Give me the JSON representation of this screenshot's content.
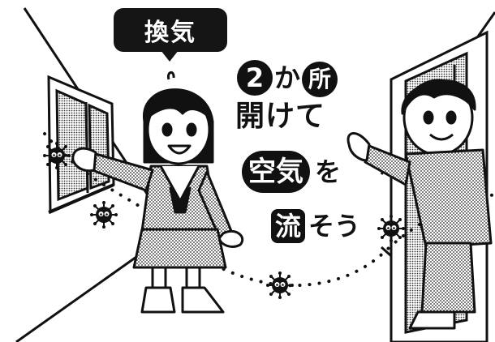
{
  "badge": {
    "label": "換気"
  },
  "slogan": {
    "count": "2",
    "ka": "か",
    "sho": "所",
    "line2": "開けて",
    "kuki": "空気",
    "wo": "を",
    "ryu": "流",
    "line4_rest": "そう"
  },
  "colors": {
    "ink": "#111111",
    "paper": "#ffffff"
  },
  "icons": [
    "virus-icon",
    "window-icon",
    "door-icon",
    "girl-figure",
    "boy-figure"
  ]
}
